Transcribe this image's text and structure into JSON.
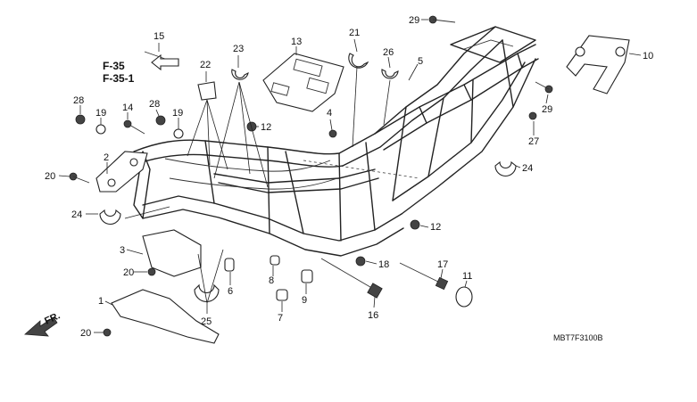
{
  "diagram": {
    "drawing_code": "MBT7F3100B",
    "front_label": "FR.",
    "references": [
      "F-35",
      "F-35-1"
    ],
    "callouts": [
      "1",
      "2",
      "3",
      "4",
      "5",
      "6",
      "7",
      "8",
      "9",
      "10",
      "11",
      "12",
      "12",
      "13",
      "14",
      "15",
      "16",
      "17",
      "18",
      "19",
      "19",
      "20",
      "20",
      "20",
      "21",
      "22",
      "23",
      "24",
      "24",
      "25",
      "26",
      "27",
      "28",
      "28",
      "29",
      "29"
    ]
  }
}
